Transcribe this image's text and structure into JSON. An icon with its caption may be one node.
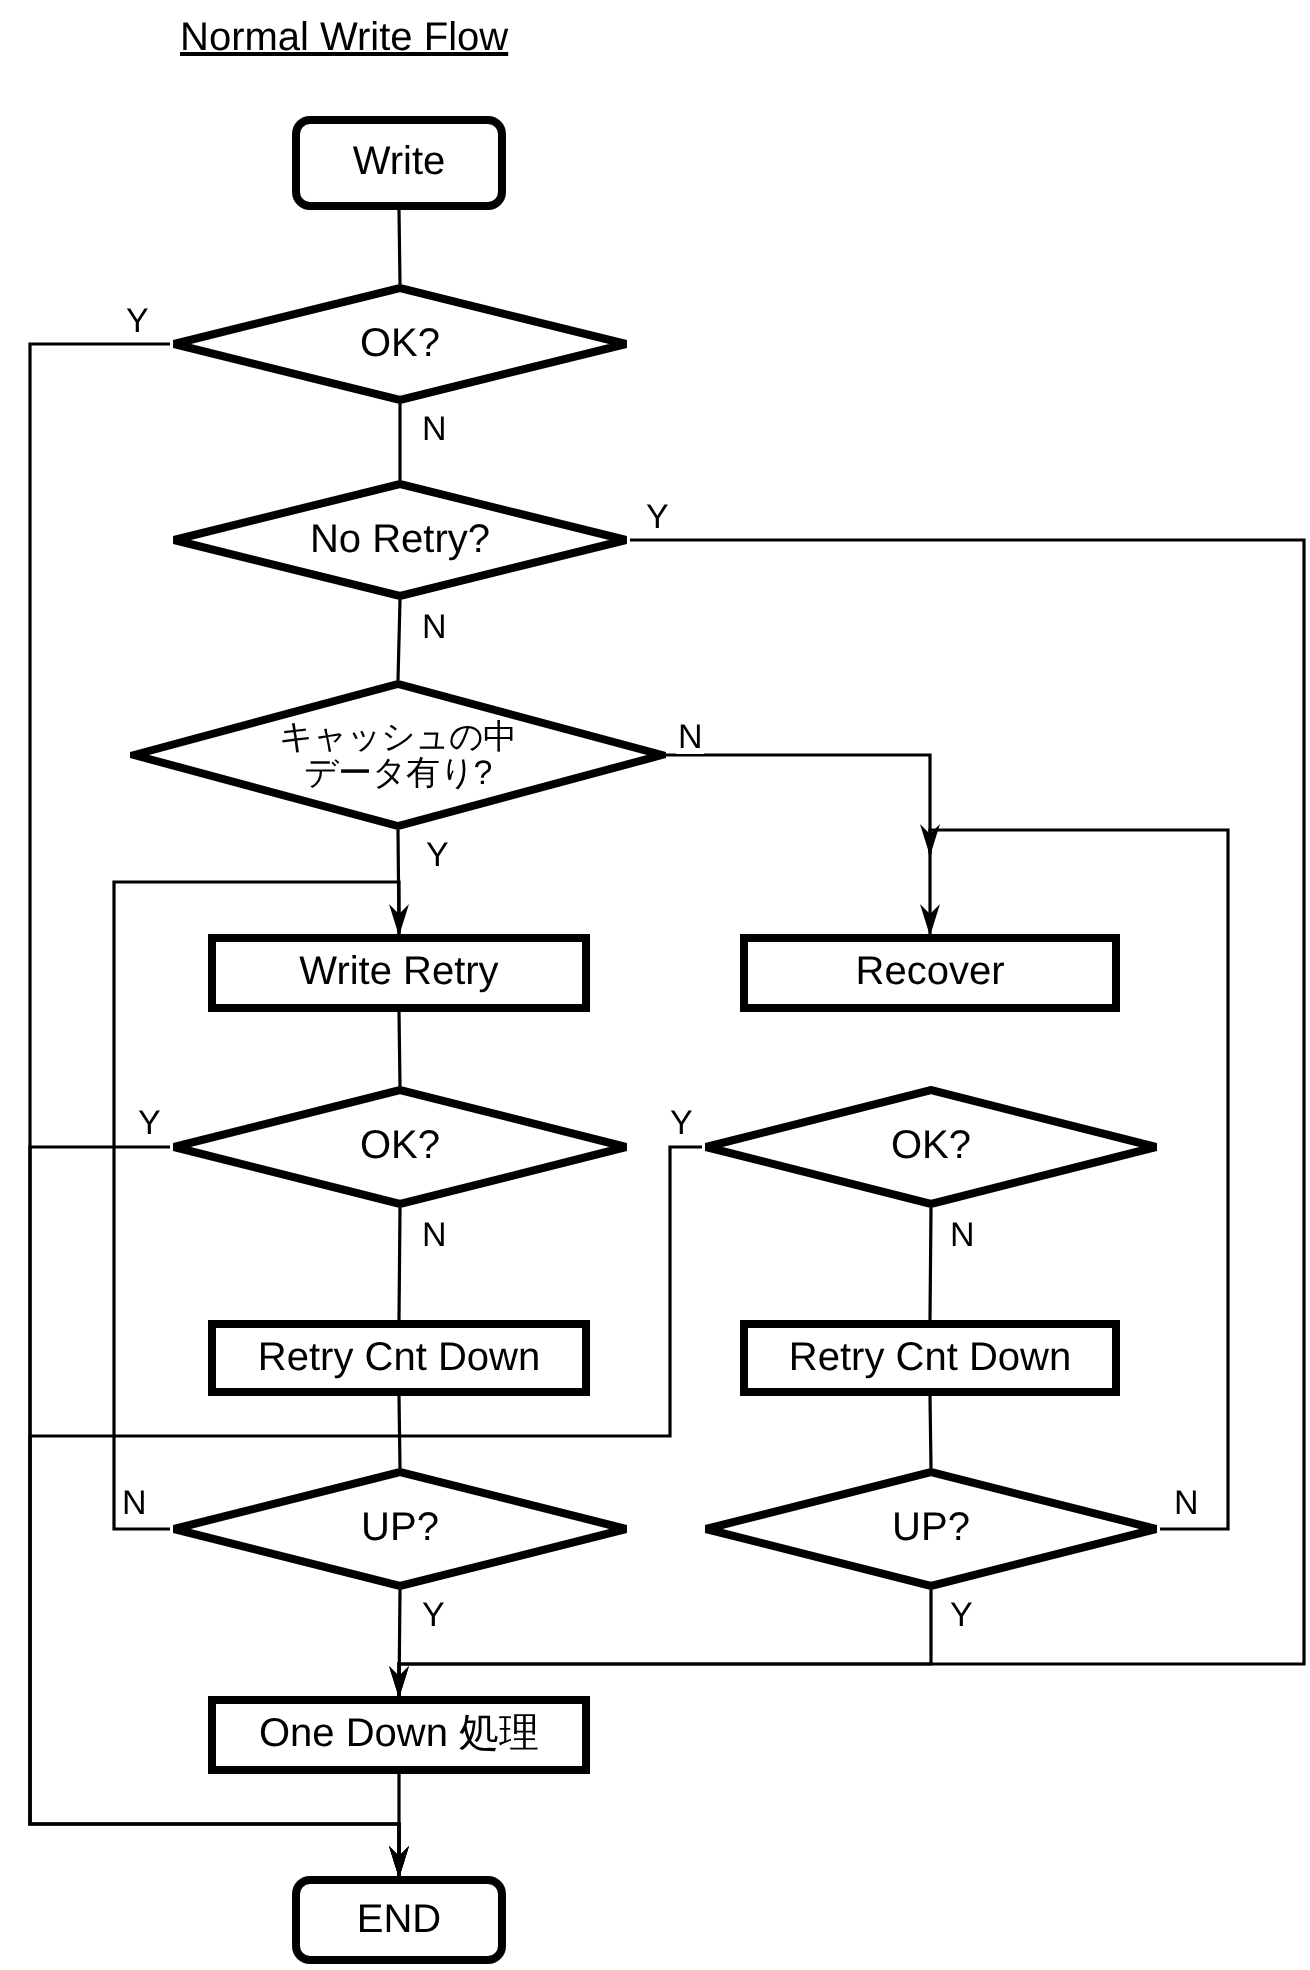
{
  "diagram": {
    "title": "Normal Write Flow",
    "nodes": [
      {
        "text": [
          "Write"
        ]
      },
      {
        "text": [
          "OK?"
        ]
      },
      {
        "text": [
          "No Retry?"
        ]
      },
      {
        "text": [
          "キャッシュの中データ有り?"
        ]
      },
      {
        "text": [
          "Write Retry"
        ]
      },
      {
        "text": [
          "Recover"
        ]
      },
      {
        "text": [
          "OK?"
        ]
      },
      {
        "text": [
          "OK?"
        ]
      },
      {
        "text": [
          "Retry Cnt Down"
        ]
      },
      {
        "text": [
          "Retry Cnt Down"
        ]
      },
      {
        "text": [
          "UP?"
        ]
      },
      {
        "text": [
          "UP?"
        ]
      },
      {
        "text": [
          "One Down 処理"
        ]
      },
      {
        "text": [
          "END"
        ]
      }
    ],
    "edges": [
      {
        "from": 0,
        "to": 1,
        "arrow": "none"
      },
      {
        "from": 1,
        "to": 13,
        "arrow": "to",
        "label": "Y"
      },
      {
        "from": 1,
        "to": 2,
        "arrow": "none",
        "label": "N"
      },
      {
        "from": 2,
        "to": 12,
        "arrow": "to",
        "label": "Y"
      },
      {
        "from": 2,
        "to": 3,
        "arrow": "none",
        "label": "N"
      },
      {
        "from": 3,
        "to": 4,
        "arrow": "none",
        "label": "Y"
      },
      {
        "from": 3,
        "to": 5,
        "arrow": "to",
        "label": "N"
      },
      {
        "from": 4,
        "to": 6,
        "arrow": "none"
      },
      {
        "from": 6,
        "to": 13,
        "arrow": "to",
        "label": "Y"
      },
      {
        "from": 6,
        "to": 8,
        "arrow": "none",
        "label": "N"
      },
      {
        "from": 7,
        "to": 13,
        "arrow": "to",
        "label": "Y"
      },
      {
        "from": 7,
        "to": 9,
        "arrow": "none",
        "label": "N"
      },
      {
        "from": 8,
        "to": 10,
        "arrow": "none"
      },
      {
        "from": 10,
        "to": 4,
        "arrow": "to",
        "label": "N"
      },
      {
        "from": 10,
        "to": 12,
        "arrow": "none",
        "label": "Y"
      },
      {
        "from": 9,
        "to": 11,
        "arrow": "none"
      },
      {
        "from": 11,
        "to": 5,
        "arrow": "to",
        "label": "N"
      },
      {
        "from": 11,
        "to": 12,
        "arrow": "to",
        "label": "Y"
      },
      {
        "from": 12,
        "to": 13,
        "arrow": "none"
      }
    ]
  }
}
